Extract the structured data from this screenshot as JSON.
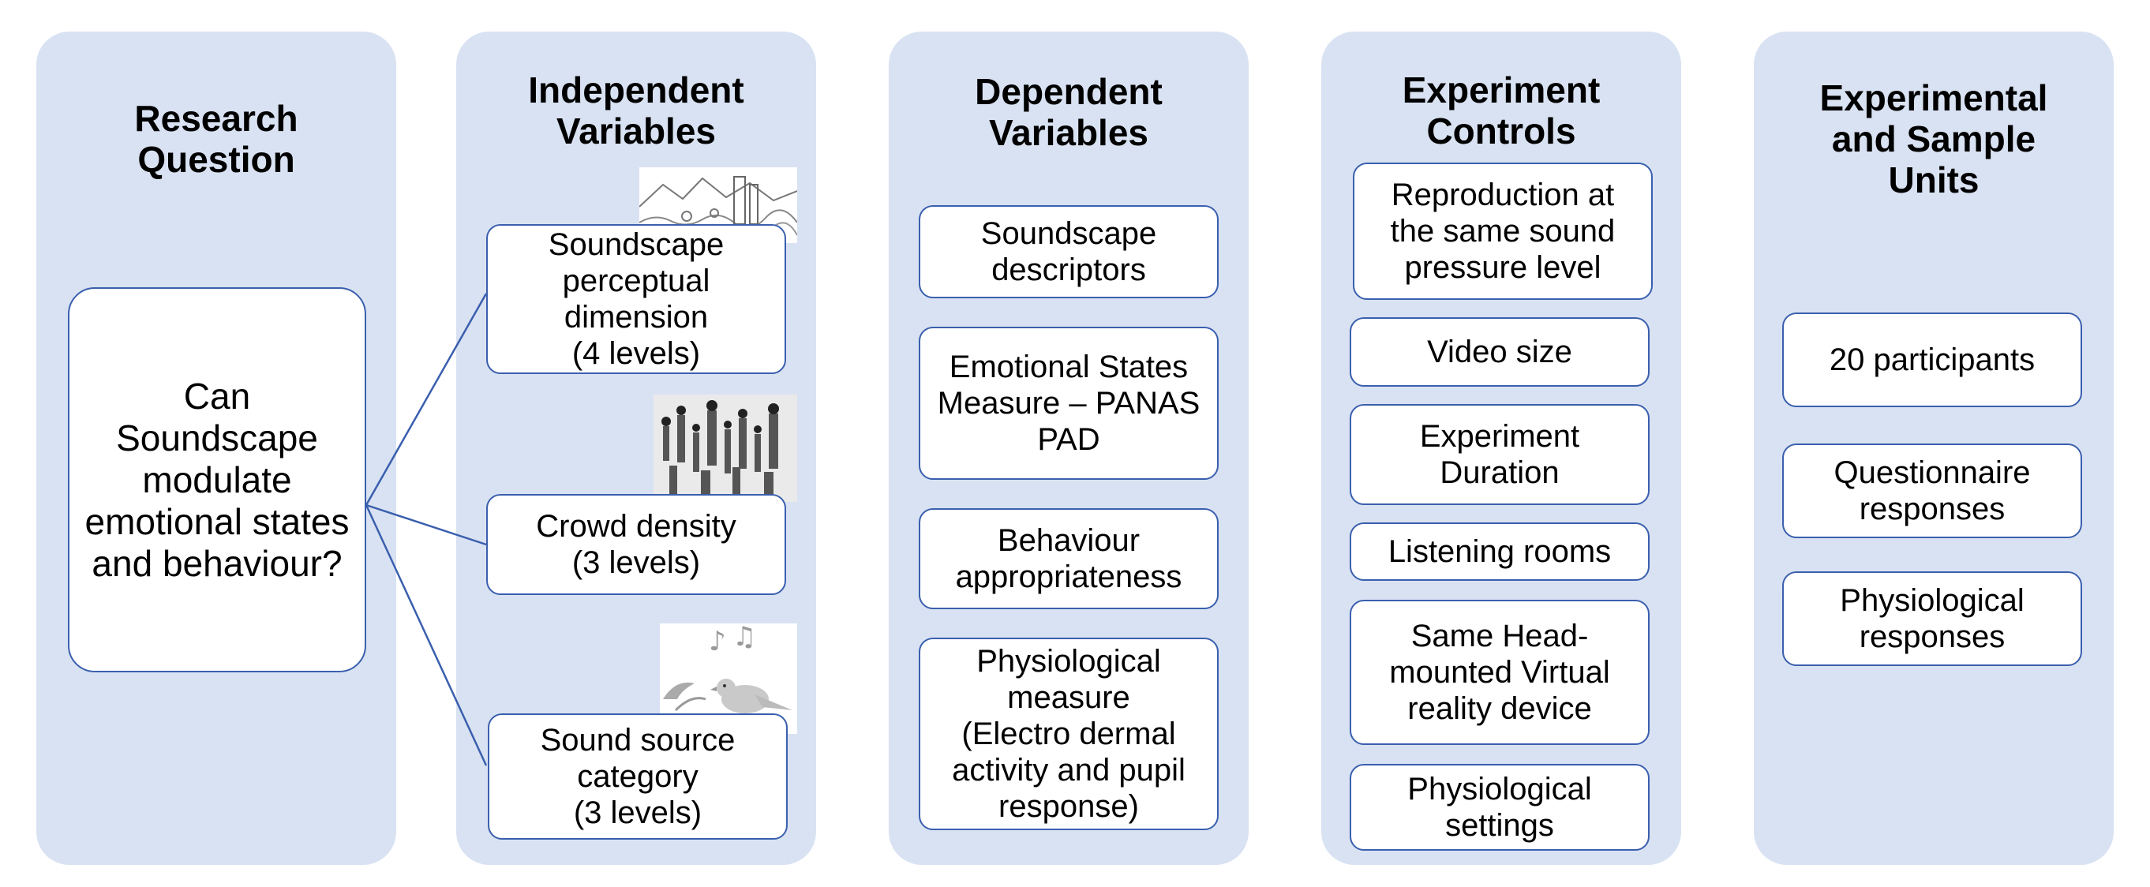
{
  "columns": {
    "research": {
      "title": "Research\nQuestion",
      "question": "Can\nSoundscape\nmodulate\nemotional states\nand behaviour?"
    },
    "independent": {
      "title": "Independent\nVariables",
      "items": [
        "Soundscape\nperceptual\ndimension\n(4 levels)",
        "Crowd density\n(3 levels)",
        "Sound source\ncategory\n(3 levels)"
      ]
    },
    "dependent": {
      "title": "Dependent\nVariables",
      "items": [
        "Soundscape\ndescriptors",
        "Emotional States\nMeasure – PANAS\nPAD",
        "Behaviour\nappropriateness",
        "Physiological\nmeasure\n(Electro dermal\nactivity and pupil\nresponse)"
      ]
    },
    "controls": {
      "title": "Experiment\nControls",
      "items": [
        "Reproduction at\nthe same sound\npressure level",
        "Video size",
        "Experiment\nDuration",
        "Listening rooms",
        "Same Head-\nmounted Virtual\nreality device",
        "Physiological\nsettings"
      ]
    },
    "units": {
      "title": "Experimental\nand Sample\nUnits",
      "items": [
        "20 participants",
        "Questionnaire\nresponses",
        "Physiological\nresponses"
      ]
    }
  },
  "colors": {
    "panel": "#d9e2f2",
    "box_border": "#3a5fae",
    "connector": "#3a5fae"
  }
}
